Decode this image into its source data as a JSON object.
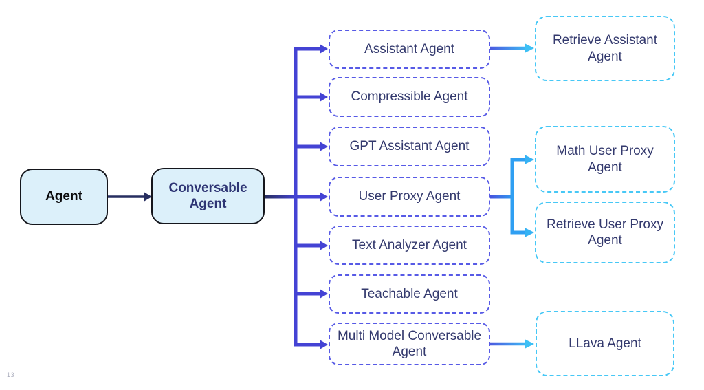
{
  "page": {
    "number": "13"
  },
  "nodes": {
    "agent": {
      "label": "Agent"
    },
    "conversable": {
      "label": "Conversable Agent"
    },
    "assistant": {
      "label": "Assistant Agent"
    },
    "compressible": {
      "label": "Compressible Agent"
    },
    "gpt_assistant": {
      "label": "GPT Assistant Agent"
    },
    "user_proxy": {
      "label": "User Proxy Agent"
    },
    "text_analyzer": {
      "label": "Text Analyzer Agent"
    },
    "teachable": {
      "label": "Teachable Agent"
    },
    "multi_model": {
      "label": "Multi Model Conversable Agent"
    },
    "retrieve_assistant": {
      "label": "Retrieve Assistant Agent"
    },
    "math_user_proxy": {
      "label": "Math User Proxy Agent"
    },
    "retrieve_user_proxy": {
      "label": "Retrieve User Proxy Agent"
    },
    "llava": {
      "label": "LLava Agent"
    }
  },
  "colors": {
    "root_fill": "#dcf0fa",
    "root_border": "#15161c",
    "root_text_agent": "#0b0b0d",
    "root_text_conversable": "#2e3574",
    "mid_border": "#575ae6",
    "mid_text": "#343a6e",
    "right_border": "#47c8f6",
    "right_text": "#343a6e",
    "arrow_dark_navy": "#272e60",
    "arrow_indigo": "#4443d4",
    "arrow_blue": "#2f9ff2",
    "arrow_cyan": "#3dc0f5"
  }
}
